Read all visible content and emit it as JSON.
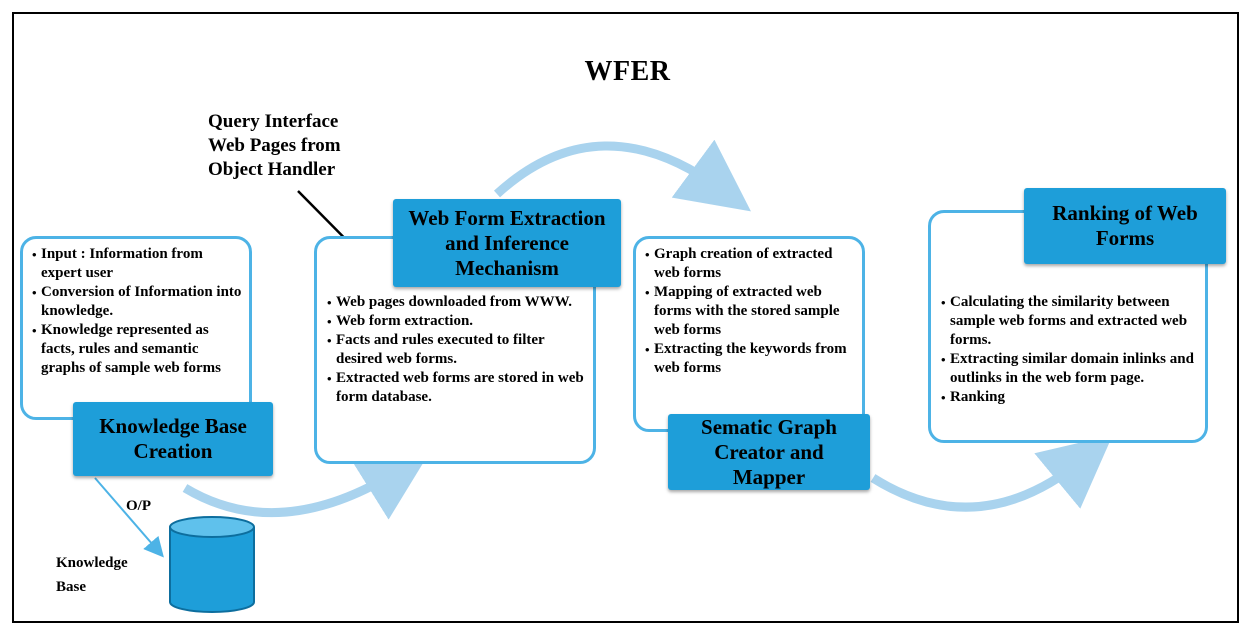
{
  "title": "WFER",
  "query_note": {
    "lines": [
      "Query Interface",
      "Web Pages from",
      "Object Handler"
    ]
  },
  "stages": [
    {
      "label": "Knowledge Base Creation",
      "bullets": [
        "Input : Information from expert user",
        "Conversion of Information into knowledge.",
        "Knowledge represented as facts, rules and semantic graphs of sample web forms"
      ]
    },
    {
      "label": "Web Form Extraction and Inference Mechanism",
      "bullets": [
        "Web pages downloaded from WWW.",
        "Web form extraction.",
        "Facts and rules executed to filter desired web forms.",
        "Extracted web forms are stored in web form database."
      ]
    },
    {
      "label": "Sematic Graph Creator and Mapper",
      "bullets": [
        "Graph creation of extracted web forms",
        "Mapping of extracted web forms with the stored sample web forms",
        "Extracting the keywords from web forms"
      ]
    },
    {
      "label": "Ranking of Web Forms",
      "bullets": [
        "Calculating the similarity between sample web forms and extracted web forms.",
        "Extracting similar domain inlinks and outlinks in the web form page.",
        "Ranking"
      ]
    }
  ],
  "output_label": "O/P",
  "database_label": "Knowledge Base",
  "colors": {
    "label_fill": "#1e9ed9",
    "box_border": "#4db3e6",
    "flow_arrow": "#a9d3ee",
    "cylinder_fill": "#1e9ed9"
  }
}
